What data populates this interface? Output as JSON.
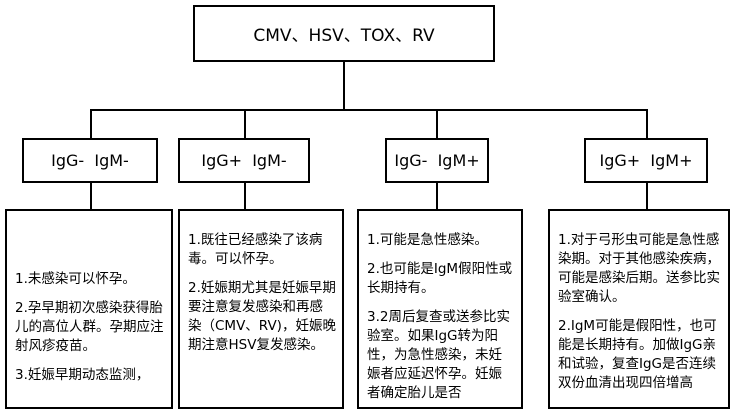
{
  "root": {
    "label": "CMV、HSV、TOX、RV"
  },
  "categories": [
    {
      "label": "IgG-  IgM-"
    },
    {
      "label": "IgG+  IgM-"
    },
    {
      "label": "IgG-  IgM+"
    },
    {
      "label": "IgG+  IgM+"
    }
  ],
  "notes": [
    {
      "paragraphs": [
        "1.未感染可以怀孕。",
        "2.孕早期初次感染获得胎儿的高位人群。孕期应注射风疹疫苗。",
        "3.妊娠早期动态监测，"
      ]
    },
    {
      "paragraphs": [
        "1.既往已经感染了该病毒。可以怀孕。",
        "2.妊娠期尤其是妊娠早期要注意复发感染和再感染（CMV、RV)，妊娠晚期注意HSV复发感染。"
      ]
    },
    {
      "paragraphs": [
        "1.可能是急性感染。",
        "2.也可能是IgM假阳性或长期持有。",
        "3.2周后复查或送参比实验室。如果IgG转为阳性，为急性感染，未妊娠者应延迟怀孕。妊娠者确定胎儿是否"
      ]
    },
    {
      "paragraphs": [
        "1.对于弓形虫可能是急性感染期。对于其他感染疾病，可能是感染后期。送参比实验室确认。",
        "2.IgM可能是假阳性，也可能是长期持有。加做IgG亲和试验，复查IgG是否连续双份血清出现四倍增高"
      ]
    }
  ]
}
